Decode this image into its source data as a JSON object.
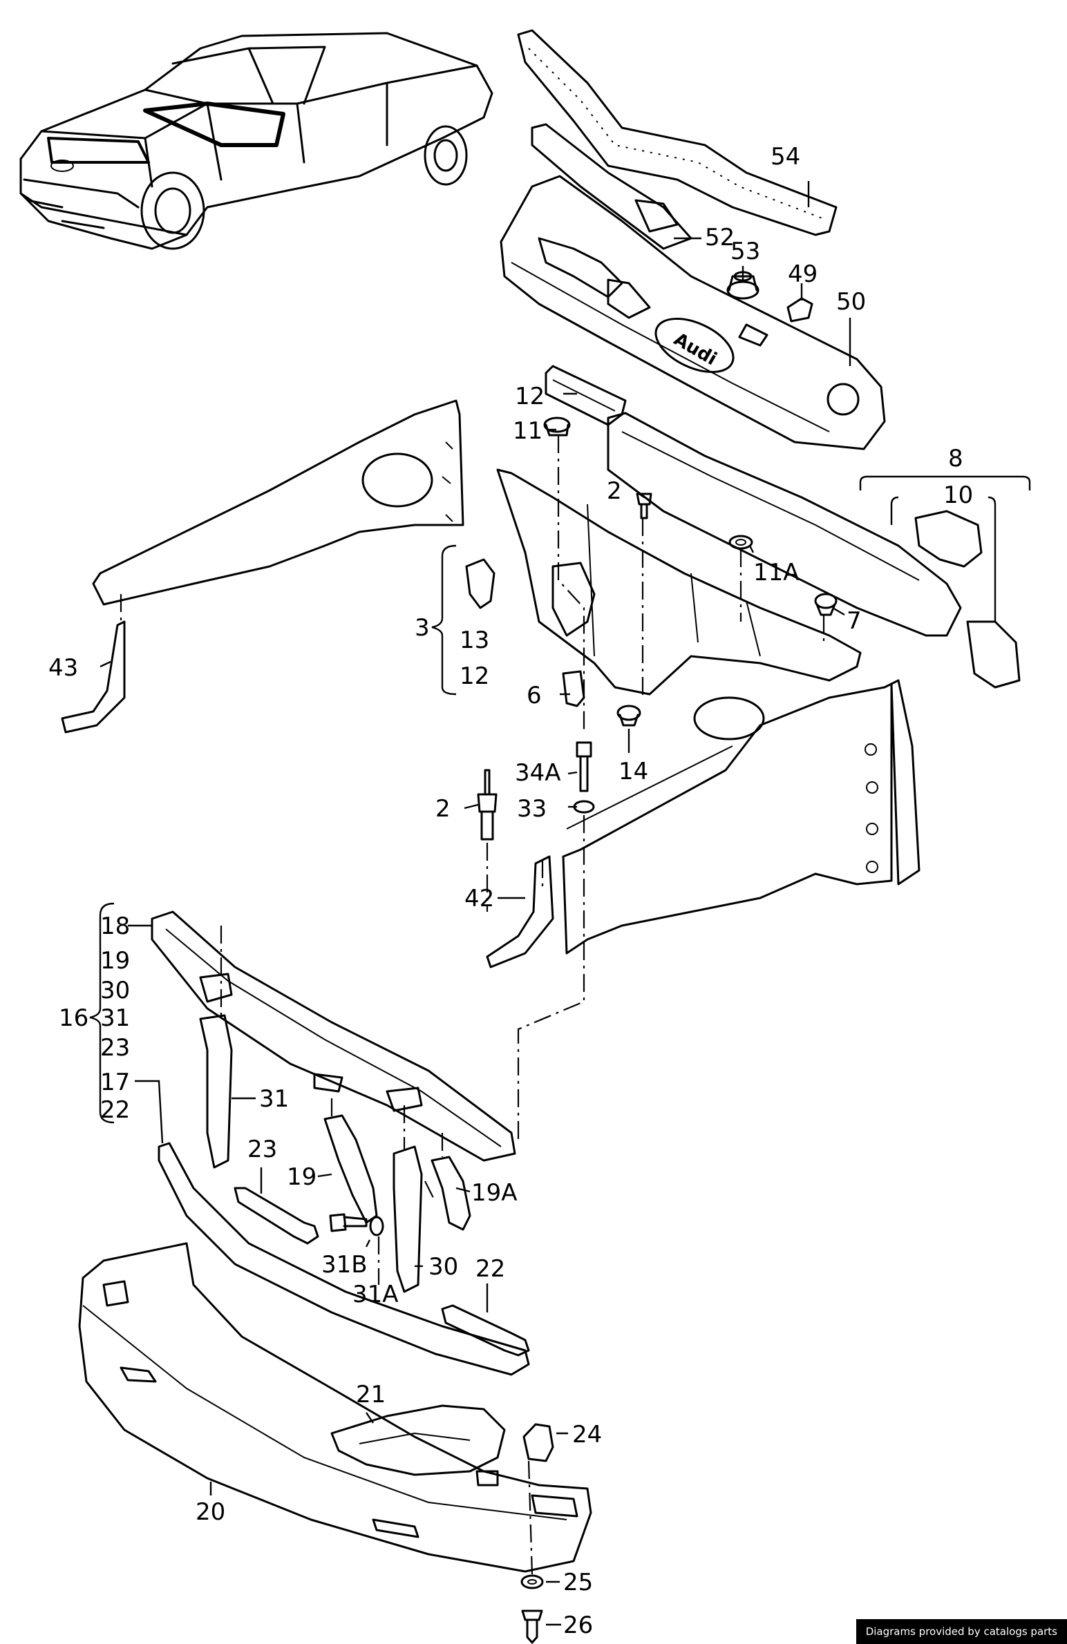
{
  "labels": [
    {
      "id": "54",
      "text": "54"
    },
    {
      "id": "52",
      "text": "52"
    },
    {
      "id": "53",
      "text": "53"
    },
    {
      "id": "49",
      "text": "49"
    },
    {
      "id": "50",
      "text": "50"
    },
    {
      "id": "12a",
      "text": "12"
    },
    {
      "id": "11",
      "text": "11"
    },
    {
      "id": "8",
      "text": "8"
    },
    {
      "id": "10",
      "text": "10"
    },
    {
      "id": "2a",
      "text": "2"
    },
    {
      "id": "11A",
      "text": "11A"
    },
    {
      "id": "7",
      "text": "7"
    },
    {
      "id": "3",
      "text": "3"
    },
    {
      "id": "13",
      "text": "13"
    },
    {
      "id": "12b",
      "text": "12"
    },
    {
      "id": "43",
      "text": "43"
    },
    {
      "id": "6",
      "text": "6"
    },
    {
      "id": "14",
      "text": "14"
    },
    {
      "id": "34A",
      "text": "34A"
    },
    {
      "id": "2b",
      "text": "2"
    },
    {
      "id": "33",
      "text": "33"
    },
    {
      "id": "42",
      "text": "42"
    },
    {
      "id": "18",
      "text": "18"
    },
    {
      "id": "19a",
      "text": "19"
    },
    {
      "id": "30a",
      "text": "30"
    },
    {
      "id": "16",
      "text": "16"
    },
    {
      "id": "31a",
      "text": "31"
    },
    {
      "id": "23a",
      "text": "23"
    },
    {
      "id": "17",
      "text": "17"
    },
    {
      "id": "22a",
      "text": "22"
    },
    {
      "id": "31b",
      "text": "31"
    },
    {
      "id": "23b",
      "text": "23"
    },
    {
      "id": "19b",
      "text": "19"
    },
    {
      "id": "19A",
      "text": "19A"
    },
    {
      "id": "31B",
      "text": "31B"
    },
    {
      "id": "30b",
      "text": "30"
    },
    {
      "id": "31A",
      "text": "31A"
    },
    {
      "id": "22b",
      "text": "22"
    },
    {
      "id": "21",
      "text": "21"
    },
    {
      "id": "24",
      "text": "24"
    },
    {
      "id": "20",
      "text": "20"
    },
    {
      "id": "25",
      "text": "25"
    },
    {
      "id": "26",
      "text": "26"
    }
  ],
  "footer": {
    "credit": "Diagrams provided by catalogs parts"
  }
}
